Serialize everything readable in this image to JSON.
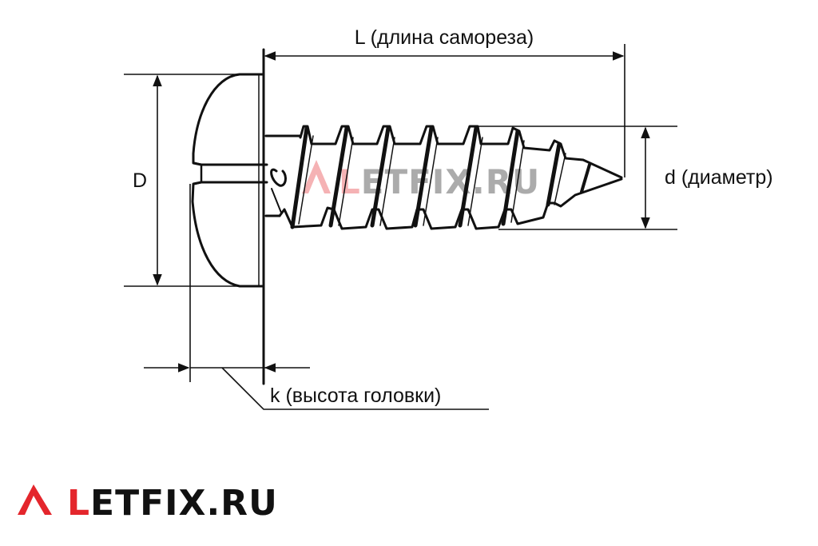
{
  "labels": {
    "length": "L (длина самореза)",
    "diameter": "d (диаметр)",
    "head_diameter": "D",
    "head_height": "k (высота головки)"
  },
  "logo": {
    "icon": "letfix-triangle-icon",
    "first_letter": "L",
    "rest": "ETFIX.RU",
    "accent_color": "#e4262c",
    "text_color": "#111111"
  },
  "watermark": {
    "first_letter": "L",
    "rest": "ETFIX.RU"
  },
  "colors": {
    "line": "#111111",
    "accent": "#e4262c"
  }
}
